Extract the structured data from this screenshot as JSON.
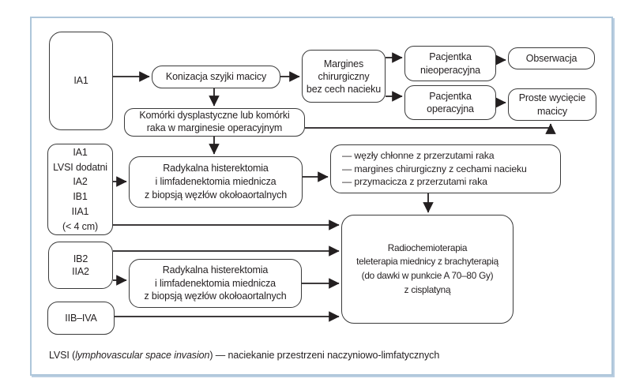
{
  "diagram": {
    "nodes": {
      "ia1": {
        "label": "IA1"
      },
      "konizacja": {
        "label": "Konizacja szyjki macicy"
      },
      "margines": {
        "label": "Margines\nchirurgiczny\nbez cech nacieku"
      },
      "pacjentka_nieoperacyjna": {
        "label": "Pacjentka\nnieoperacyjna"
      },
      "obserwacja": {
        "label": "Obserwacja"
      },
      "pacjentka_operacyjna": {
        "label": "Pacjentka\noperacyjna"
      },
      "proste_wyciecie": {
        "label": "Proste wycięcie\nmacicy"
      },
      "komorki": {
        "label": "Komórki dysplastyczne lub komórki\nraka w marginesie operacyjnym"
      },
      "stage_list": {
        "label": "IA1\nLVSI dodatni\nIA2\nIB1\nIIA1\n(< 4 cm)"
      },
      "radykalna_1": {
        "label": "Radykalna histerektomia\ni limfadenektomia miednicza\nz biopsją węzłów okołoaortalnych"
      },
      "dash_list": {
        "label": "— węzły chłonne z przerzutami raka\n— margines chirurgiczny z cechami nacieku\n— przymacicza z przerzutami raka"
      },
      "radiochemio": {
        "label": "Radiochemioterapia\nteleterapia miednicy z brachyterapią\n(do dawki w punkcie A 70–80 Gy)\nz cisplatyną"
      },
      "ib2": {
        "label": "IB2\nIIA2"
      },
      "radykalna_2": {
        "label": "Radykalna histerektomia\ni limfadenektomia miednicza\nz biopsją węzłów okołoaortalnych"
      },
      "iib_iva": {
        "label": "IIB–IVA"
      }
    },
    "footnote": {
      "prefix": "LVSI (",
      "italic": "lymphovascular space invasion",
      "suffix": ") — naciekanie przestrzeni naczyniowo-limfatycznych"
    },
    "colors": {
      "line": "#231f20",
      "box_border": "#3a3a3a",
      "frame_border": "#aec6da",
      "background": "#ffffff"
    }
  }
}
